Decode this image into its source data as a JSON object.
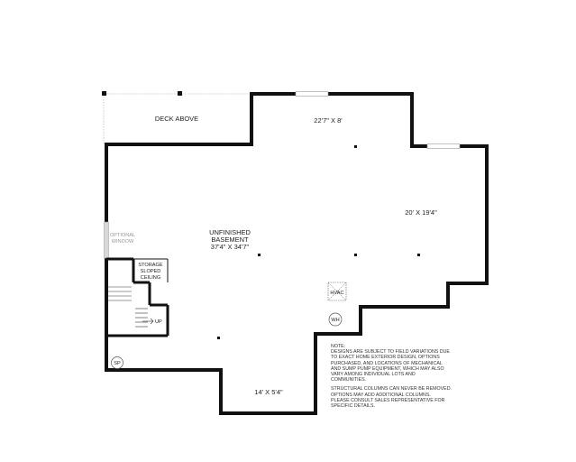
{
  "rooms": {
    "deck": "DECK ABOVE",
    "room_top": "22'7\" X 8'",
    "room_right": "20' X 19'4\"",
    "basement_line1": "UNFINISHED",
    "basement_line2": "BASEMENT",
    "basement_line3": "37'4\" X 34'7\"",
    "room_bottom": "14' X 5'4\""
  },
  "labels": {
    "window_line1": "OPTIONAL",
    "window_line2": "WINDOW",
    "storage_line1": "STORAGE",
    "storage_line2": "SLOPED",
    "storage_line3": "CEILING",
    "up": "UP",
    "hvac": "HVAC",
    "wh": "WH",
    "sp": "SP"
  },
  "notes": {
    "n1": "NOTE:",
    "n2": "DESIGNS ARE SUBJECT TO FIELD VARIATIONS DUE",
    "n3": "TO EXACT HOME EXTERIOR DESIGN, OPTIONS",
    "n4": "PURCHASED, AND LOCATIONS OF MECHANICAL",
    "n5": "AND SUMP PUMP EQUIPMENT, WHICH MAY ALSO",
    "n6": "VARY AMONG INDIVIDUAL LOTS AND",
    "n7": "COMMUNITIES.",
    "n8": "STRUCTURAL COLUMNS CAN NEVER BE REMOVED.",
    "n9": "OPTIONS MAY ADD ADDITIONAL COLUMNS.",
    "n10": "PLEASE CONSULT SALES REPRESENTATIVE FOR",
    "n11": "SPECIFIC DETAILS."
  },
  "colors": {
    "wall": "#111111",
    "light_line": "#bbbbbb",
    "text": "#222222"
  }
}
